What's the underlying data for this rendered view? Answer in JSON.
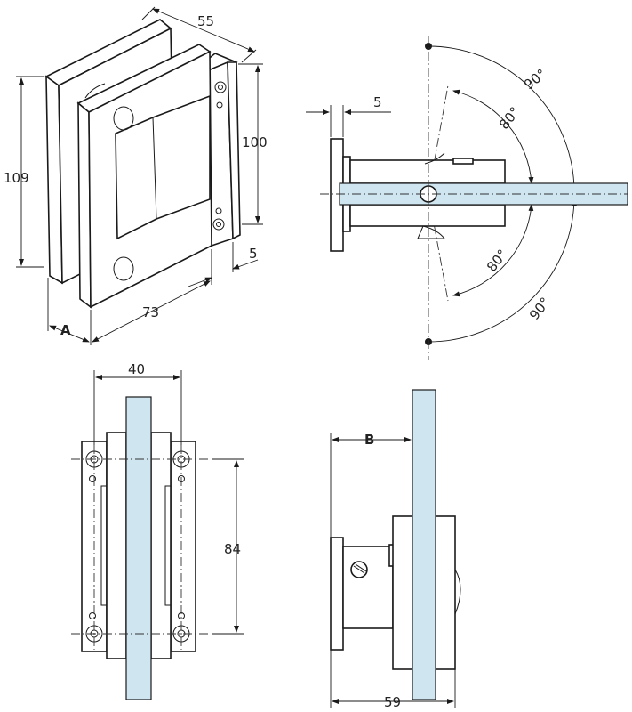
{
  "iso_view": {
    "dim_width": "55",
    "dim_height_left": "109",
    "dim_height_right": "100",
    "dim_depth": "73",
    "dim_plate": "5",
    "ref_a": "A"
  },
  "top_view": {
    "dim_plate": "5",
    "angle_90_upper": "90°",
    "angle_80_upper": "80°",
    "angle_80_lower": "80°",
    "angle_90_lower": "90°"
  },
  "front_view": {
    "dim_width": "40",
    "dim_hole_spacing": "84"
  },
  "side_view": {
    "ref_b": "B",
    "dim_total": "59"
  },
  "colors": {
    "glass": "#cfe6f0",
    "line": "#1a1a1a"
  }
}
